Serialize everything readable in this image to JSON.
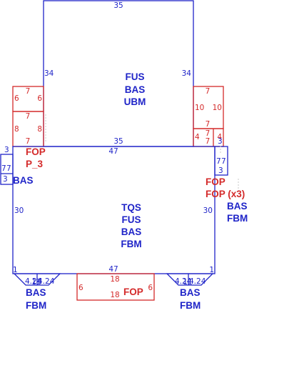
{
  "top_block": {
    "dims": {
      "top": "35",
      "left": "34",
      "right": "34",
      "bottom": "35"
    },
    "labels": [
      "FUS",
      "BAS",
      "UBM"
    ]
  },
  "upper_left_red": {
    "box_upper": {
      "top": "7",
      "left": "6",
      "right": "6"
    },
    "box_lower": {
      "top": "7",
      "left": "8",
      "right": "8",
      "bottom": "7"
    }
  },
  "upper_right_red": {
    "box_upper": {
      "top": "7",
      "left": "10",
      "right": "10"
    },
    "box_lower": {
      "top": "7",
      "left": "4",
      "mid": "7",
      "right": "4",
      "bottom": "7"
    }
  },
  "main_block": {
    "dims": {
      "top": "47",
      "left": "30",
      "right": "30",
      "bottom": "47",
      "bottom_left": "1",
      "bottom_right": "1",
      "corner_left": "3",
      "corner_right": "3"
    },
    "labels": [
      "TQS",
      "FUS",
      "BAS",
      "FBM"
    ]
  },
  "left_tab": {
    "dims": [
      "7",
      "7",
      "3"
    ],
    "label": "BAS"
  },
  "right_tab": {
    "dims": [
      "7",
      "7",
      "3"
    ]
  },
  "fop_left": [
    "FOP",
    "P_3"
  ],
  "fop_right": [
    "FOP",
    "FOP (x3)"
  ],
  "right_side_label": [
    "BAS",
    "FBM"
  ],
  "bottom_left_foot": {
    "dims": [
      "11",
      "4.24",
      "4.24"
    ],
    "labels": [
      "BAS",
      "FBM"
    ]
  },
  "bottom_right_foot": {
    "dims": [
      "11",
      "4.24",
      "4.24"
    ],
    "labels": [
      "BAS",
      "FBM"
    ]
  },
  "bottom_center_red": {
    "dims": {
      "top": "18",
      "bottom": "18",
      "left": "6",
      "right": "6"
    },
    "label": "FOP"
  }
}
